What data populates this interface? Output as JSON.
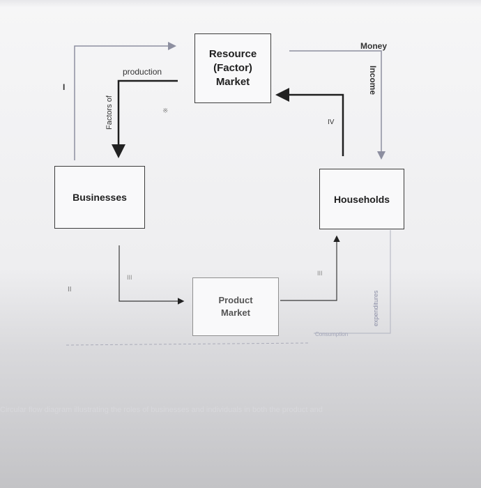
{
  "boxes": {
    "resource_market": "Resource\n(Factor)\nMarket",
    "businesses": "Businesses",
    "households": "Households",
    "product_market": "Product\nMarket"
  },
  "labels": {
    "money": "Money",
    "income": "Income",
    "production": "production",
    "factors_of": "Factors of",
    "roman_i": "I",
    "roman_ii": "II",
    "roman_iii_left": "III",
    "roman_iii_right": "III",
    "roman_iv": "IV",
    "expenditures": "expenditures",
    "consumption": "Consumption"
  },
  "footer": {
    "line1": "Circular flow diagram illustrating the roles of businesses and individuals in both the product and"
  }
}
